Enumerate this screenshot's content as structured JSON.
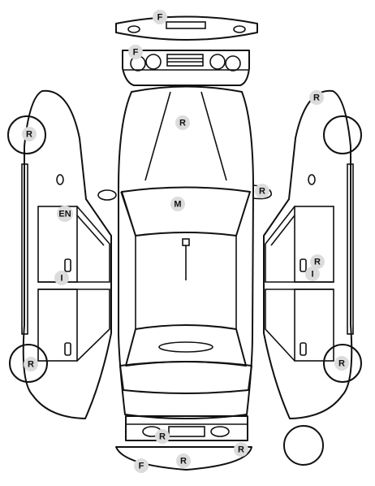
{
  "colors": {
    "line": "#111111",
    "badge_fill": "#dcdcdc",
    "background": "#ffffff"
  },
  "markers": [
    {
      "id": "front-bumper-top",
      "label": "F"
    },
    {
      "id": "front-grille",
      "label": "F"
    },
    {
      "id": "roof",
      "label": "R"
    },
    {
      "id": "windshield",
      "label": "M"
    },
    {
      "id": "left-wheel-front",
      "label": "R"
    },
    {
      "id": "left-wheel-rear",
      "label": "R"
    },
    {
      "id": "left-door-en",
      "label": "EN"
    },
    {
      "id": "left-door-i",
      "label": "I"
    },
    {
      "id": "right-fender-top",
      "label": "R"
    },
    {
      "id": "right-mirror",
      "label": "R"
    },
    {
      "id": "right-door-r",
      "label": "R"
    },
    {
      "id": "right-door-i",
      "label": "I"
    },
    {
      "id": "right-wheel-rear",
      "label": "R"
    },
    {
      "id": "rear-panel",
      "label": "R"
    },
    {
      "id": "rear-bumper-right",
      "label": "R"
    },
    {
      "id": "rear-bumper-center",
      "label": "R"
    },
    {
      "id": "rear-bumper-left",
      "label": "F"
    }
  ]
}
